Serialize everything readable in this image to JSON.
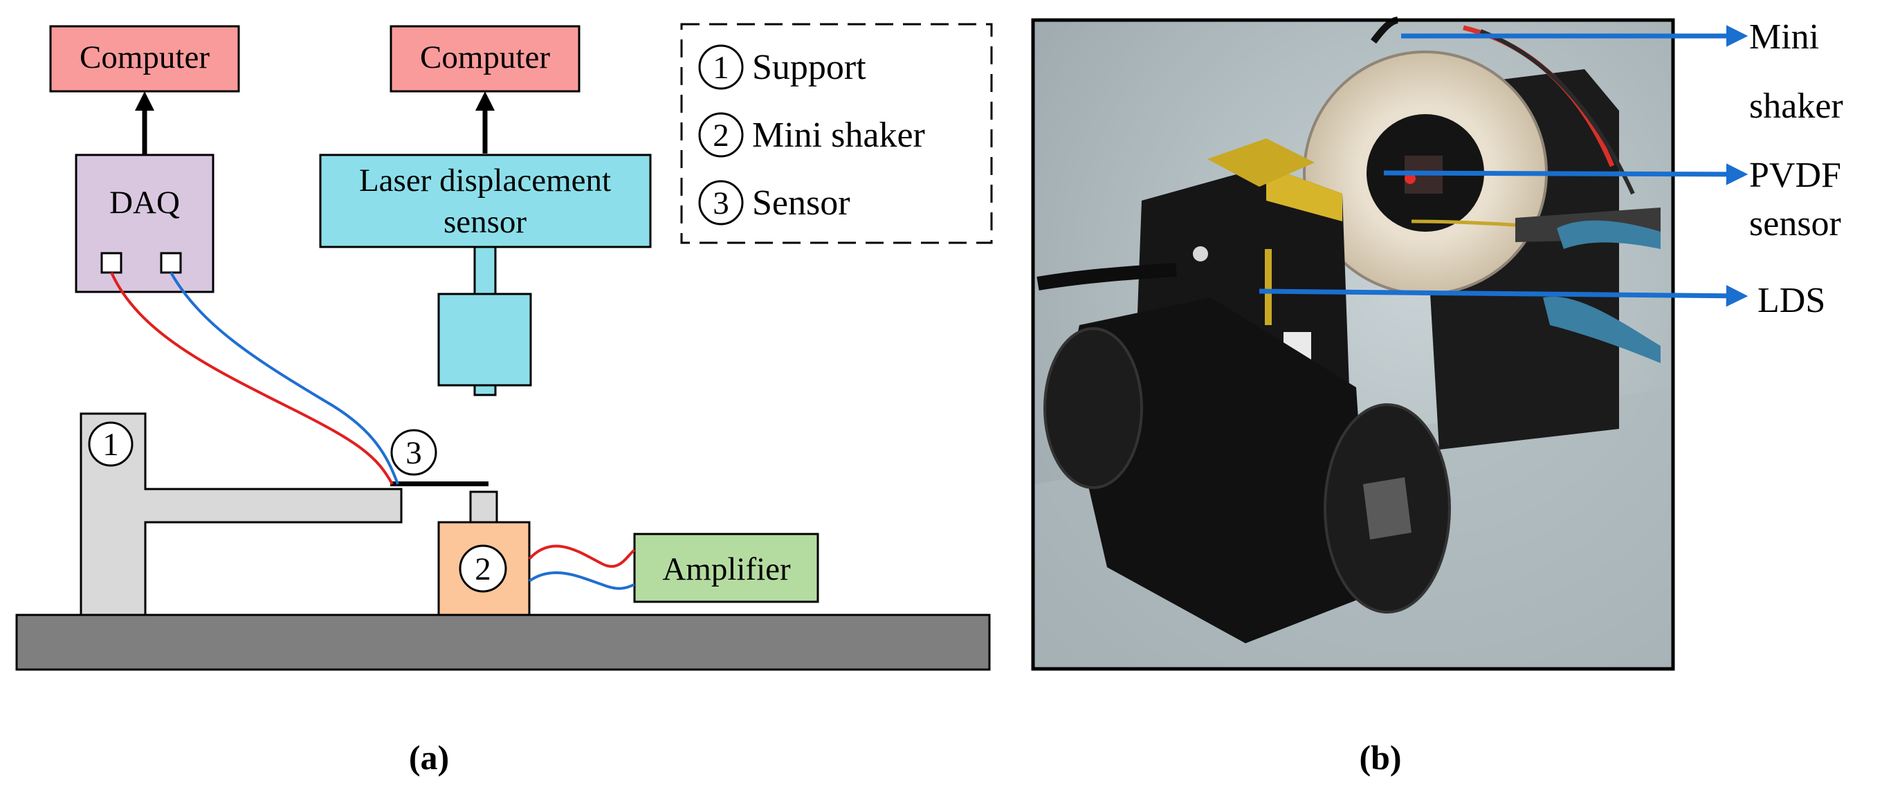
{
  "panel_a": {
    "computer_left": "Computer",
    "computer_right": "Computer",
    "daq": "DAQ",
    "lds_line1": "Laser displacement",
    "lds_line2": "sensor",
    "amplifier": "Amplifier",
    "markers": {
      "support": "1",
      "shaker": "2",
      "sensor": "3"
    },
    "legend": [
      {
        "num": "1",
        "label": "Support"
      },
      {
        "num": "2",
        "label": "Mini shaker"
      },
      {
        "num": "3",
        "label": "Sensor"
      }
    ],
    "caption": "(a)"
  },
  "panel_b": {
    "labels": {
      "mini_shaker_1": "Mini",
      "mini_shaker_2": "shaker",
      "pvdf_1": "PVDF",
      "pvdf_2": "sensor",
      "lds": "LDS"
    },
    "caption": "(b)"
  },
  "colors": {
    "computer": "#fa9b9b",
    "daq": "#d9c7e0",
    "lds": "#8cdfea",
    "amplifier": "#b5dca0",
    "shaker": "#fcc69a",
    "support": "#d9d9d9",
    "base": "#7f7f7f",
    "wire_red": "#e0201f",
    "wire_blue": "#1f6fd0",
    "arrow_blue": "#1a6fcf"
  }
}
